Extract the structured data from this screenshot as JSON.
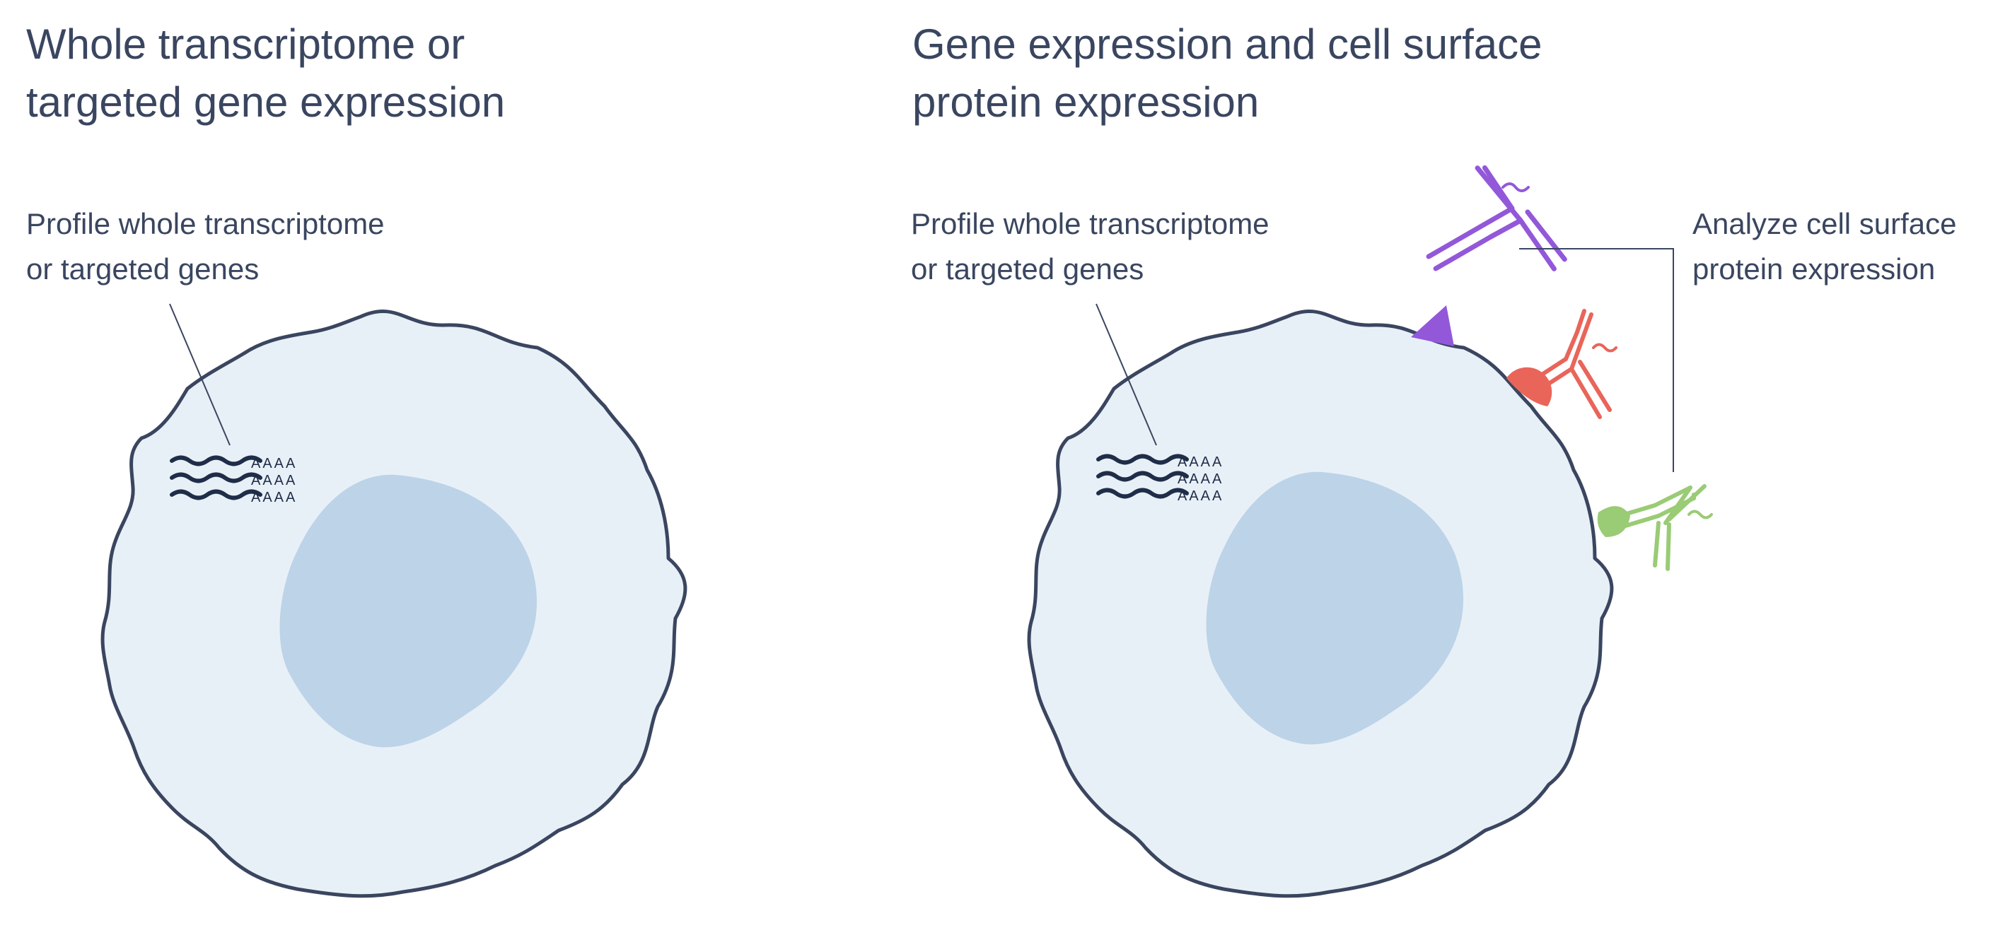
{
  "left_panel": {
    "title_lines": [
      "Whole transcriptome or",
      "targeted gene expression"
    ],
    "label_lines": [
      "Profile whole transcriptome",
      "or targeted genes"
    ],
    "polya_rows": [
      "AAAA",
      "AAAA",
      "AAAA"
    ]
  },
  "right_panel": {
    "title_lines": [
      "Gene expression and cell surface",
      "protein expression"
    ],
    "label_lines": [
      "Profile whole transcriptome",
      "or targeted genes"
    ],
    "protein_label_lines": [
      "Analyze cell surface",
      "protein expression"
    ],
    "polya_rows": [
      "AAAA",
      "AAAA",
      "AAAA"
    ],
    "antibodies": [
      {
        "name": "purple-antibody",
        "color": "#9358d9"
      },
      {
        "name": "red-antibody",
        "color": "#e9655a"
      },
      {
        "name": "green-antibody",
        "color": "#9acb75"
      }
    ]
  },
  "colors": {
    "text": "#3a4660",
    "cell_fill": "#e8f0f7",
    "cell_outline": "#3a4660",
    "nucleus_fill": "#bcd3e8",
    "mrna": "#1f2d48",
    "leader_line": "#3a4660"
  }
}
